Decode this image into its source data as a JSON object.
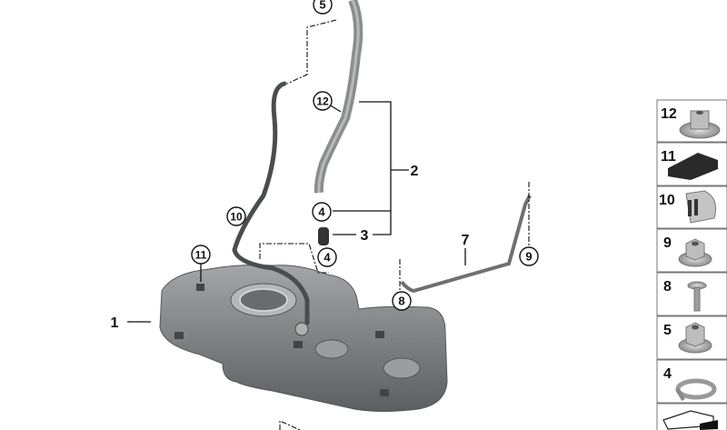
{
  "diagram": {
    "callouts_circled": [
      "5",
      "12",
      "4",
      "4",
      "10",
      "11",
      "8",
      "9"
    ],
    "callouts_plain": [
      "1",
      "2",
      "3",
      "7"
    ]
  },
  "parts_panel": {
    "items": [
      {
        "number": "12",
        "part": "collar-nut"
      },
      {
        "number": "11",
        "part": "pad"
      },
      {
        "number": "10",
        "part": "hose-clip"
      },
      {
        "number": "9",
        "part": "collar-nut"
      },
      {
        "number": "8",
        "part": "bolt"
      },
      {
        "number": "5",
        "part": "collar-nut"
      },
      {
        "number": "4",
        "part": "hose-clamp"
      },
      {
        "number": "",
        "part": "arrow-tab"
      }
    ]
  },
  "colors": {
    "tank": "#7d7d80",
    "hose": "#4a4d50",
    "filler": "#8a8c8e",
    "pad": "#2a2a2a"
  }
}
